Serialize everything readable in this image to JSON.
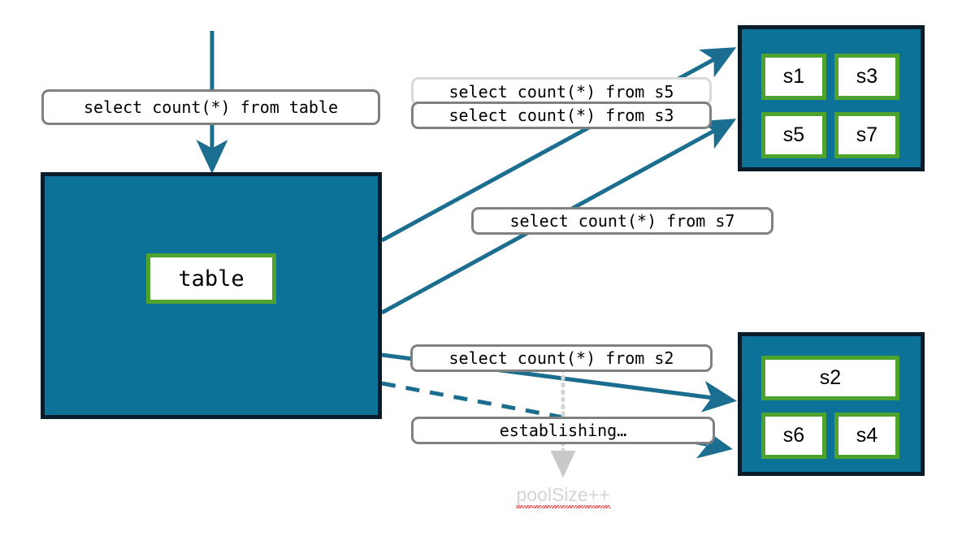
{
  "diagram": {
    "title": "Connection pool query routing",
    "colors": {
      "teal": "#0d7298",
      "dark_navy": "#0a1b2a",
      "green": "#4ea32e",
      "arrow_blue": "#1b6e8f",
      "label_border": "#808080",
      "label_border_faded": "#d9d9d9",
      "pool_note_text": "#d4d4d4",
      "squiggle_red": "#ef3b3b",
      "white": "#ffffff"
    },
    "database": {
      "table_label": "table"
    },
    "top_pool": {
      "servers": [
        {
          "label": "s1"
        },
        {
          "label": "s3"
        },
        {
          "label": "s5"
        },
        {
          "label": "s7"
        }
      ]
    },
    "bottom_pool": {
      "servers": [
        {
          "label": "s2"
        },
        {
          "label": "s6"
        },
        {
          "label": "s4"
        }
      ]
    },
    "queries": [
      {
        "id": "q-table",
        "text": "select count(*) from table"
      },
      {
        "id": "q-s5",
        "text": "select count(*) from s5"
      },
      {
        "id": "q-s3",
        "text": "select count(*) from s3"
      },
      {
        "id": "q-s7",
        "text": "select count(*) from s7"
      },
      {
        "id": "q-s2",
        "text": "select count(*) from s2"
      },
      {
        "id": "q-establishing",
        "text": "establishing…"
      }
    ],
    "annotation": {
      "pool_size_text": "poolSize++"
    }
  }
}
